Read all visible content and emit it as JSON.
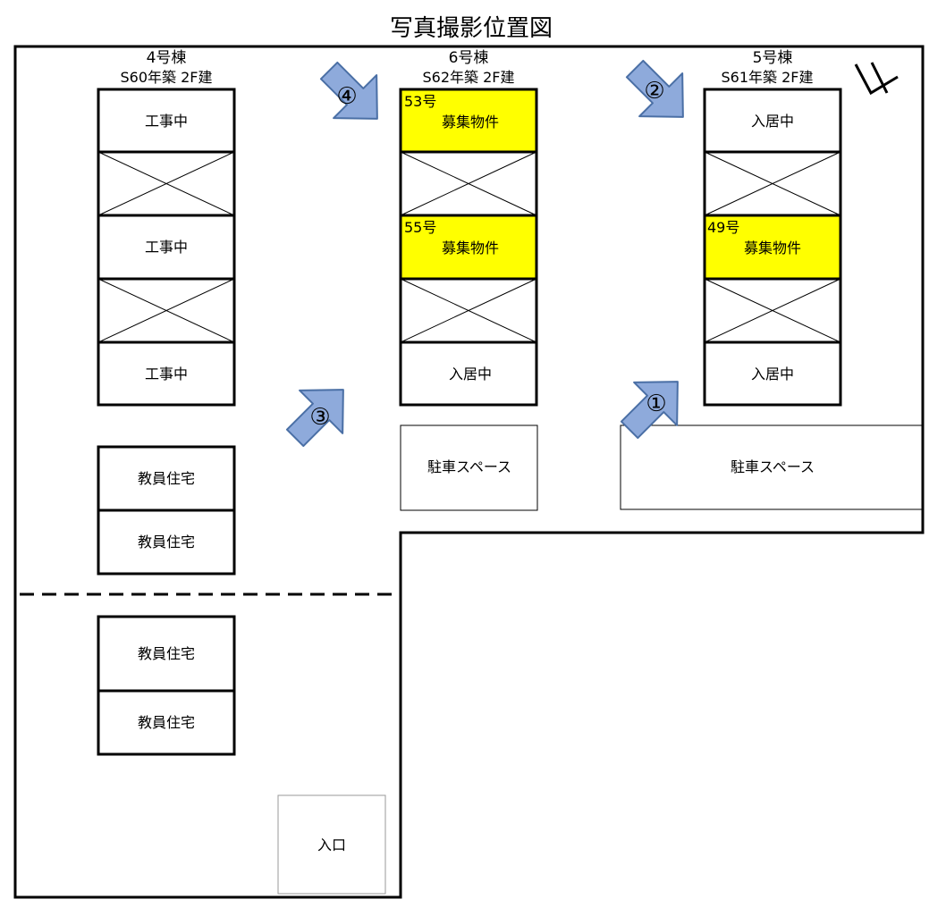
{
  "title": "写真撮影位置図",
  "buildings": [
    {
      "name": "4号棟",
      "built": "S60年築  2F建",
      "units": [
        {
          "status": "工事中"
        },
        {
          "status": ""
        },
        {
          "status": "工事中"
        },
        {
          "status": ""
        },
        {
          "status": "工事中"
        }
      ]
    },
    {
      "name": "6号棟",
      "built": "S62年築  2F建",
      "units": [
        {
          "number": "53号",
          "status": "募集物件",
          "highlight": true
        },
        {
          "status": ""
        },
        {
          "number": "55号",
          "status": "募集物件",
          "highlight": true
        },
        {
          "status": ""
        },
        {
          "status": "入居中"
        }
      ]
    },
    {
      "name": "5号棟",
      "built": "S61年築  2F建",
      "units": [
        {
          "status": "入居中"
        },
        {
          "status": ""
        },
        {
          "number": "49号",
          "status": "募集物件",
          "highlight": true
        },
        {
          "status": ""
        },
        {
          "status": "入居中"
        }
      ]
    }
  ],
  "teacher_housing": [
    "教員住宅",
    "教員住宅",
    "教員住宅",
    "教員住宅"
  ],
  "parking": [
    "駐車スペース",
    "駐車スペース"
  ],
  "entrance": "入口",
  "photo_points": [
    "①",
    "②",
    "③",
    "④"
  ],
  "colors": {
    "highlight": "#ffff00",
    "arrow_fill": "#8eaadb",
    "arrow_stroke": "#4a6fa5"
  }
}
